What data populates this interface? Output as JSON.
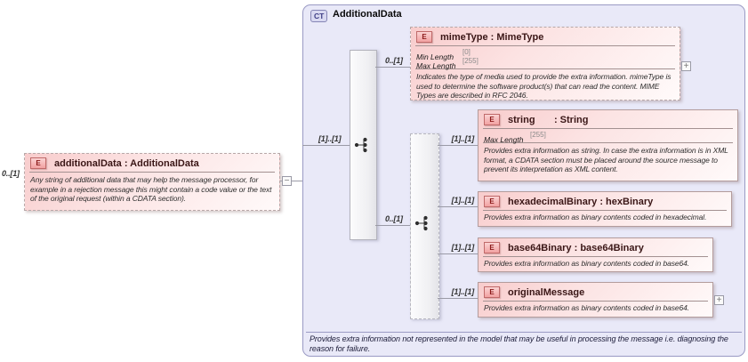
{
  "complex_type": {
    "badge": "CT",
    "title": "AdditionalData",
    "footer_annotation": "Provides extra information not represented in the model that may be useful in processing the message i.e. diagnosing the reason for failure."
  },
  "root_element": {
    "cardinality": "0..[1]",
    "badge": "E",
    "title": "additionalData : AdditionalData",
    "annotation": "Any string of additional data that may help the message processor, for example in a rejection message this might contain a code value or the text of the original request (within a CDATA section).",
    "collapse_glyph": "−"
  },
  "connectors": {
    "to_sequence": "[1]..[1]",
    "to_mimeType": "0..[1]",
    "to_choice": "0..[1]",
    "to_string": "[1]..[1]",
    "to_hexadecimalBinary": "[1]..[1]",
    "to_base64Binary": "[1]..[1]",
    "to_originalMessage": "[1]..[1]"
  },
  "elements": {
    "mimeType": {
      "badge": "E",
      "title": "mimeType : MimeType",
      "facets": [
        {
          "label": "Min Length",
          "value": "[0]"
        },
        {
          "label": "Max Length",
          "value": "[255]"
        }
      ],
      "annotation": "Indicates the type of media used to provide the extra information. mimeType is used to determine the software product(s) that can read the content. MIME Types are described in RFC 2046.",
      "expand_glyph": "+"
    },
    "string": {
      "badge": "E",
      "title": "string       : String",
      "facets": [
        {
          "label": "Max Length",
          "value": "[255]"
        }
      ],
      "annotation": "Provides extra information as string. In case the extra information is in XML format, a CDATA section must be placed around the source message to prevent its interpretation as XML content."
    },
    "hexadecimalBinary": {
      "badge": "E",
      "title": "hexadecimalBinary : hexBinary",
      "annotation": "Provides extra information as binary contents coded in hexadecimal."
    },
    "base64Binary": {
      "badge": "E",
      "title": "base64Binary : base64Binary",
      "annotation": "Provides extra information as binary contents coded in base64."
    },
    "originalMessage": {
      "badge": "E",
      "title": "originalMessage",
      "annotation": "Provides extra information as binary contents coded in base64.",
      "expand_glyph": "+"
    }
  }
}
